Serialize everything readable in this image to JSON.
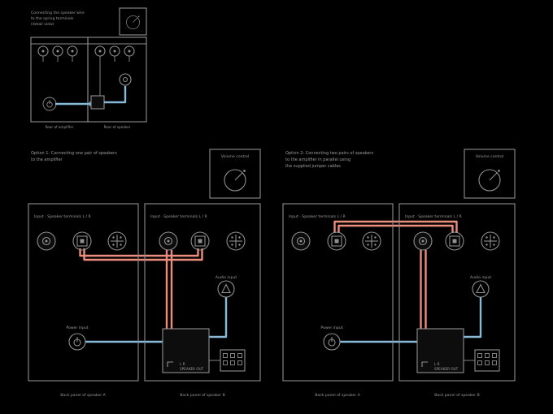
{
  "colors": {
    "gray": "#8f8f8f",
    "text": "#9c9c9c",
    "red": "#ec8d7e",
    "blue": "#87b9d9",
    "dark_fill": "#0d0d0d"
  },
  "section1": {
    "title_lines": [
      "Connecting the speaker wire",
      "to the spring terminals",
      "(detail view)"
    ],
    "captions": {
      "left": "Rear of amplifier",
      "right": "Rear of speaker"
    }
  },
  "section2": {
    "title_lines": [
      "Option 1: Connecting one pair of speakers",
      "to the amplifier"
    ],
    "volume_box_label": "Volume control",
    "left_panel": {
      "header": "Input · Speaker terminals L / R",
      "power_label": "Power input",
      "caption": "Back panel of speaker A"
    },
    "right_panel": {
      "header": "Input · Speaker terminals L / R",
      "aux_label": "Audio input",
      "amp_line1": "L   R",
      "amp_line2": "SPEAKER OUT",
      "caption": "Back panel of speaker B"
    }
  },
  "section3": {
    "title_lines": [
      "Option 2: Connecting two pairs of speakers",
      "to the amplifier in parallel using",
      "the supplied jumper cables"
    ],
    "volume_box_label": "Volume control",
    "left_panel": {
      "header": "Input · Speaker terminals L / R",
      "power_label": "Power input",
      "caption": "Back panel of speaker A"
    },
    "right_panel": {
      "header": "Input · Speaker terminals L / R",
      "aux_label": "Audio input",
      "amp_line1": "L   R",
      "amp_line2": "SPEAKER OUT",
      "caption": "Back panel of speaker B"
    }
  }
}
